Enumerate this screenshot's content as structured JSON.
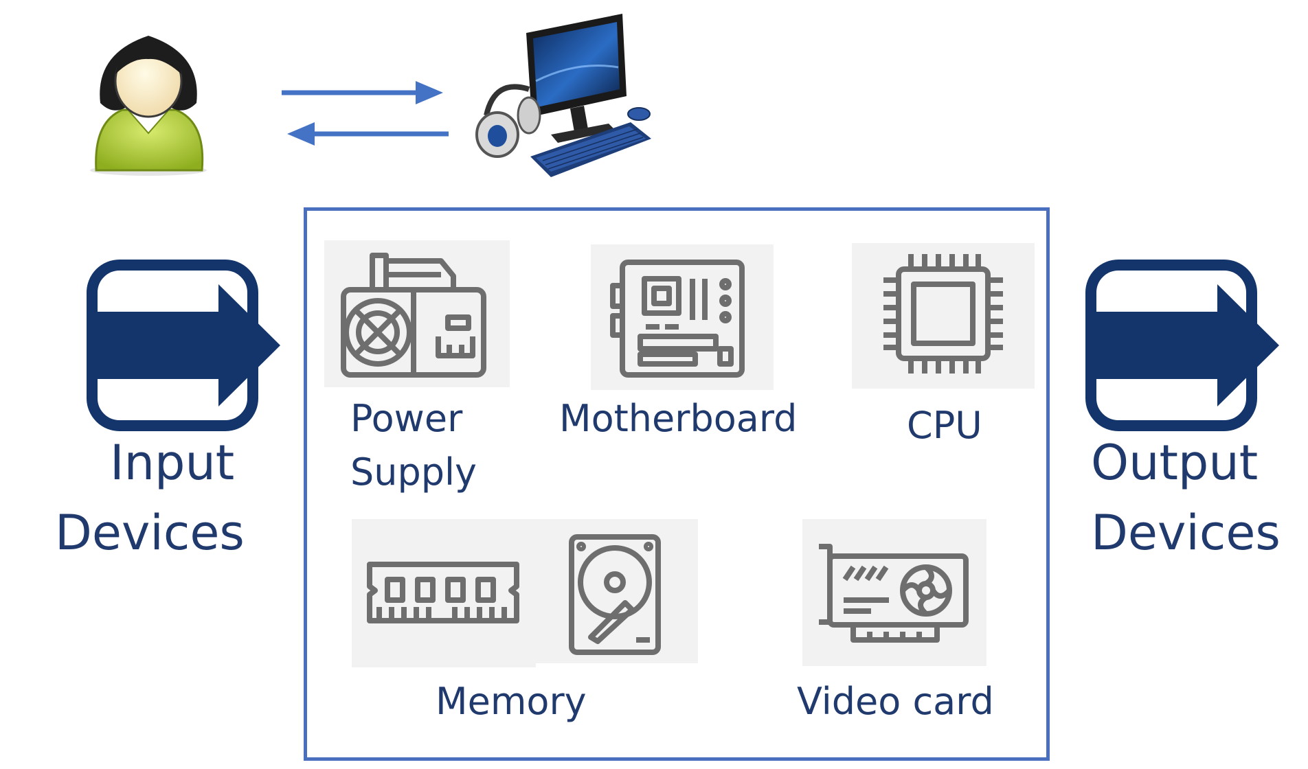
{
  "colors": {
    "navy": "#13356b",
    "label_text": "#203a6e",
    "frame_blue": "#4a6fbf",
    "arrow_blue": "#4472c4",
    "icon_gray": "#6e6e6e",
    "tile_bg": "#f2f2f2",
    "user_shirt": "#a8c23a"
  },
  "icons": {
    "user": "user-icon",
    "computer": "computer-set-icon",
    "input_arrow": "input-arrow-icon",
    "output_arrow": "output-arrow-icon",
    "power_supply": "power-supply-icon",
    "motherboard": "motherboard-icon",
    "cpu": "cpu-icon",
    "ram": "ram-module-icon",
    "hard_drive": "hard-drive-icon",
    "video_card": "video-card-icon"
  },
  "labels": {
    "input_line1": "Input",
    "input_line2": "Devices",
    "output_line1": "Output",
    "output_line2": "Devices",
    "power_line1": "Power",
    "power_line2": "Supply",
    "motherboard": "Motherboard",
    "cpu": "CPU",
    "memory": "Memory",
    "video_card": "Video card"
  }
}
